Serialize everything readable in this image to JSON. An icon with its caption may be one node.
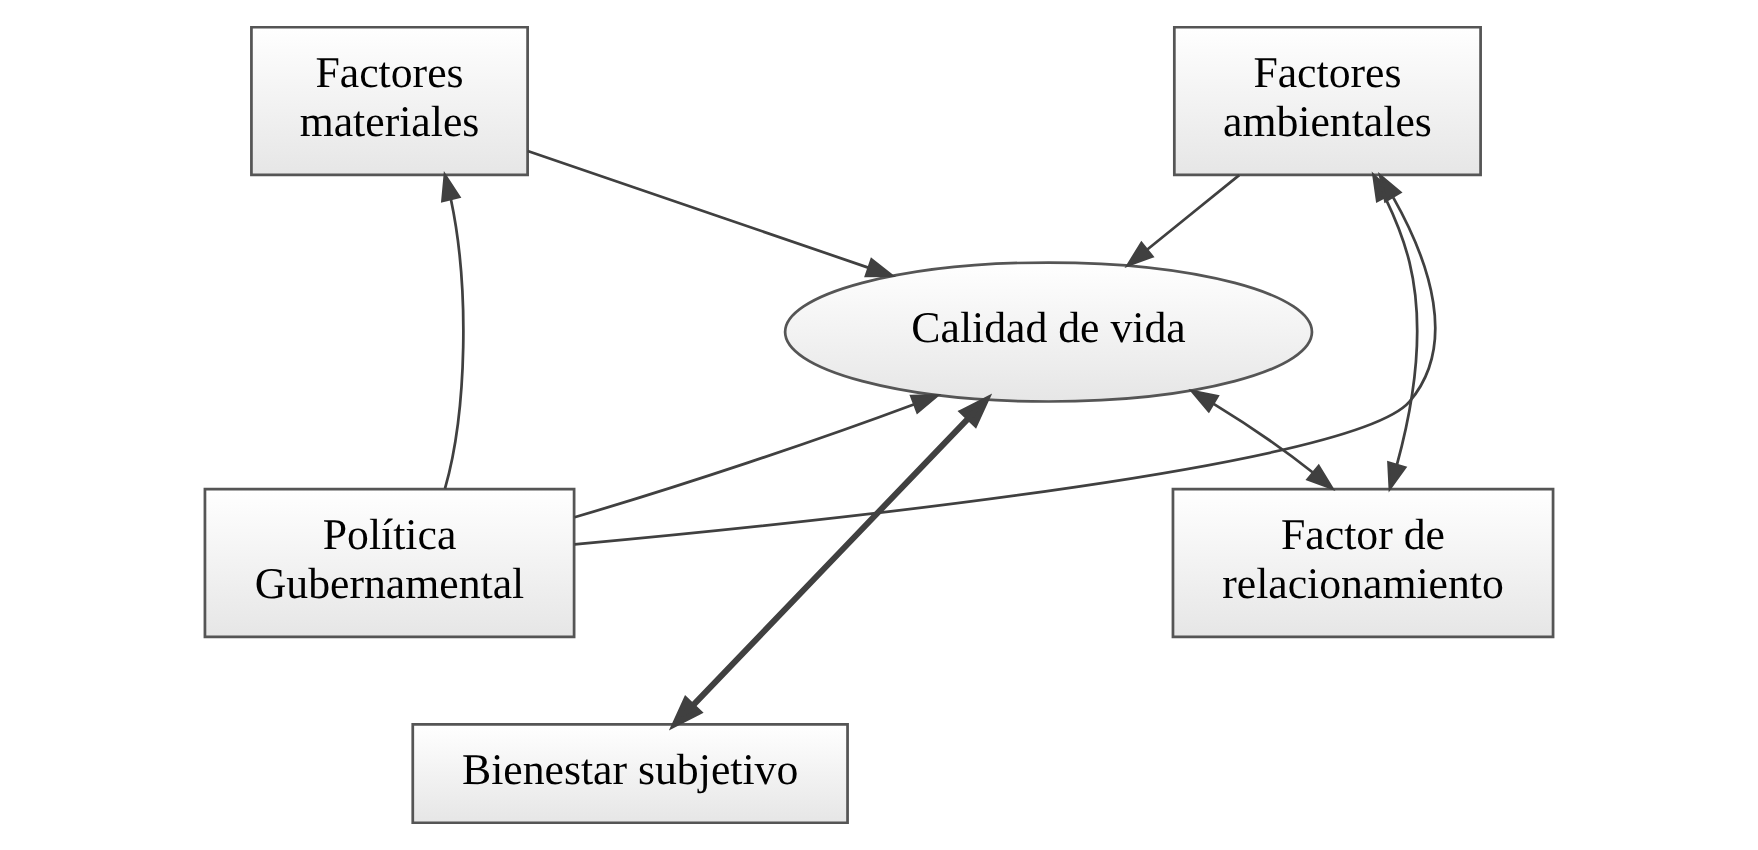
{
  "diagram": {
    "nodes": [
      {
        "text": [
          "Factores materiales"
        ]
      },
      {
        "text": [
          "Factores ambientales"
        ]
      },
      {
        "text": [
          "Calidad de vida"
        ]
      },
      {
        "text": [
          "Política Gubernamental"
        ]
      },
      {
        "text": [
          "Factor de relacionamiento"
        ]
      },
      {
        "text": [
          "Bienestar subjetivo"
        ]
      }
    ],
    "edges": [
      {
        "from": 3,
        "to": 1,
        "arrow": "to"
      },
      {
        "from": 0,
        "to": 2,
        "arrow": "to"
      },
      {
        "from": 1,
        "to": 2,
        "arrow": "to"
      },
      {
        "from": 3,
        "to": 0,
        "arrow": "to"
      },
      {
        "from": 3,
        "to": 2,
        "arrow": "to"
      },
      {
        "from": 1,
        "to": 4,
        "arrow": "both"
      },
      {
        "from": 2,
        "to": 4,
        "arrow": "both"
      },
      {
        "from": 2,
        "to": 5,
        "arrow": "both",
        "style": "thick"
      }
    ]
  }
}
